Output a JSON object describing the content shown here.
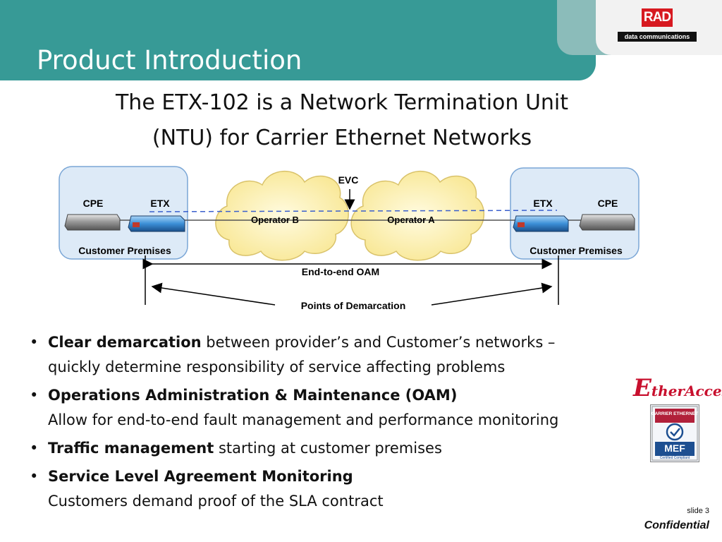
{
  "header": {
    "title": "Product Introduction",
    "logo_text": "RAD",
    "logo_subtext": "data communications"
  },
  "subtitle": {
    "line1": "The ETX-102 is a Network Termination Unit",
    "line2": "(NTU) for Carrier Ethernet Networks"
  },
  "diagram": {
    "evc_label": "EVC",
    "left_cpe": "CPE",
    "left_etx": "ETX",
    "right_etx": "ETX",
    "right_cpe": "CPE",
    "operator_b": "Operator B",
    "operator_a": "Operator A",
    "left_premises": "Customer Premises",
    "right_premises": "Customer Premises",
    "oam_label": "End-to-end OAM",
    "demarcation_label": "Points of Demarcation"
  },
  "bullets": [
    {
      "bold": "Clear demarcation",
      "rest": " between provider’s and Customer’s networks –",
      "line2": "quickly determine responsibility of service affecting problems"
    },
    {
      "bold": "Operations Administration & Maintenance (OAM)",
      "rest": "",
      "line2": "Allow for end-to-end fault management and performance monitoring"
    },
    {
      "bold": "Traffic management",
      "rest": " starting at customer premises",
      "line2": ""
    },
    {
      "bold": "Service Level Agreement Monitoring",
      "rest": "",
      "line2": "Customers demand proof of the SLA contract"
    }
  ],
  "logos": {
    "etheraccess_initial": "E",
    "etheraccess_ther": "ther",
    "etheraccess_access": "Access",
    "mef_top": "CARRIER ETHERNET",
    "mef_mid": "MEF",
    "mef_bottom": "Certified Compliant"
  },
  "footer": {
    "slide_number": "slide 3",
    "confidential": "Confidential"
  },
  "colors": {
    "header_teal": "#379a96",
    "header_light": "#8bbcba",
    "cloud_fill": "#fff0a8",
    "premises_fill": "#ddeaf7",
    "etx_blue": "#3b8fd6",
    "evc_dashed": "#3a5fcd",
    "rad_red": "#d71920"
  }
}
